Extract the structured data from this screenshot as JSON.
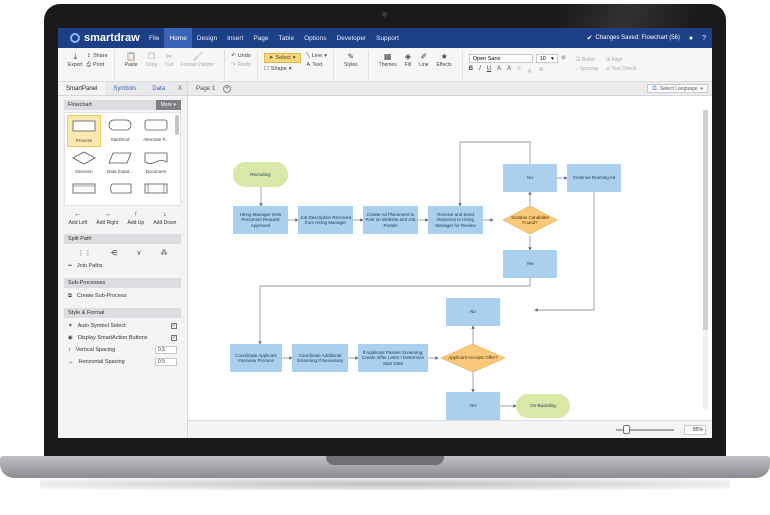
{
  "app": {
    "logo_text": "smartdraw",
    "saved_status": "Changes Saved: Flowchart (56)"
  },
  "menu": [
    "File",
    "Home",
    "Design",
    "Insert",
    "Page",
    "Table",
    "Options",
    "Developer",
    "Support"
  ],
  "toolbar": {
    "export": "Export",
    "share": "Share",
    "print": "Print",
    "paste": "Paste",
    "copy": "Copy",
    "cut": "Cut",
    "format_painter": "Format Painter",
    "undo": "Undo",
    "redo": "Redo",
    "select": "Select",
    "shape": "Shape",
    "line": "Line",
    "text": "Text",
    "styles": "Styles",
    "themes": "Themes",
    "fill": "Fill",
    "line2": "Line",
    "effects": "Effects",
    "font": "Open Sans",
    "font_size": "10",
    "bullet": "Bullet",
    "align": "Align",
    "spacing": "Spacing",
    "text_direction": "Text Directi"
  },
  "panel": {
    "tabs": [
      "SmartPanel",
      "Symbols",
      "Data"
    ],
    "close": "X",
    "flowchart_header": "Flowchart",
    "more": "More",
    "shapes": [
      "Process",
      "Start/End",
      "Alternate P...",
      "Decision",
      "Data (Input...",
      "Document"
    ],
    "add": [
      "Add Left",
      "Add Right",
      "Add Up",
      "Add Down"
    ],
    "split_path": "Split Path",
    "join_paths": "Join Paths",
    "sub_processes": "Sub-Processes",
    "create_sub": "Create Sub-Process",
    "style_format": "Style & Format",
    "auto_symbol": "Auto Symbol Select",
    "display_smart": "Display SmartAction Buttons",
    "vertical_spacing": "Vertical Spacing",
    "horizontal_spacing": "Horizontal Spacing",
    "vertical_value": "0.5",
    "horizontal_value": "0.5"
  },
  "page_tabs": {
    "page1": "Page 1",
    "language": "Select Language"
  },
  "zoom": {
    "value": "85%",
    "level": 0.17
  },
  "flow": {
    "recruiting": "Recruiting",
    "hiring_request": "Hiring Manager Gets Personnel Request Approved",
    "job_desc": "Job Description Received from Hiring Manager",
    "create_ad": "Create Ad Placement to Post on Website and Job Portals",
    "receive_resumes": "Receive and Send Resumes to Hiring Manager for Review",
    "suitable": "Suitable Candidate Found?",
    "no1": "No",
    "continue_ad": "Continue Running Ad",
    "yes1": "Yes",
    "no2": "No",
    "coordinate_interview": "Coordinate Applicant Interview Process",
    "coordinate_screening": "Coordinate Additional Screening If Necessary",
    "offer": "If Applicant Passes Screening, Create Offer Letter / Determine Start Date",
    "accepts": "Applicant Accepts Offer?",
    "yes2": "Yes",
    "onboarding": "On-Boarding"
  },
  "colors": {
    "menubar": "#1c3f86",
    "process": "#a9d1ef",
    "terminal": "#d9e8a6",
    "decision": "#fcc97a"
  }
}
